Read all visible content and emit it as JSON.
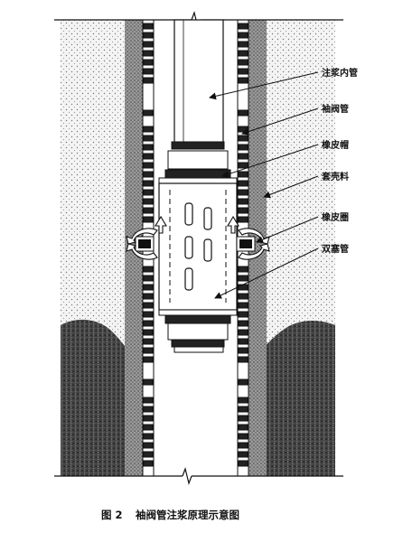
{
  "labels": {
    "inner_pipe": "注浆内管",
    "sleeve_pipe": "袖阀管",
    "rubber_cap": "橡皮帽",
    "casing_material": "套壳料",
    "rubber_ring": "橡皮圈",
    "double_plug_pipe": "双塞管"
  },
  "caption": {
    "figure_no": "图 2",
    "title": "袖阀管注浆原理示意图"
  },
  "colors": {
    "ink": "#111111",
    "soil_light": "#f2f2f2",
    "soil_dark": "#3a3a3a",
    "casing": "#8a8a8a"
  }
}
